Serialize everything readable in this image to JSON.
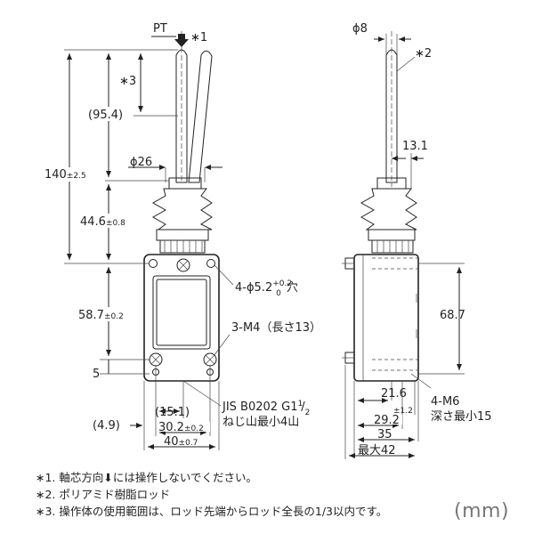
{
  "front": {
    "pt": "PT",
    "note_mark_1": "∗1",
    "note_mark_3": "∗3",
    "dim_95_4": "(95.4)",
    "dim_phi26": "ϕ26",
    "dim_140": "140",
    "tol_140": "±2.5",
    "dim_44_6": "44.6",
    "tol_44_6": "±0.8",
    "hole_label": "4-ϕ5.2",
    "hole_tol_upper": "+0.2",
    "hole_tol_lower": "0",
    "hole_suffix": "穴",
    "screw_label": "3-M4（長さ13）",
    "dim_58_7": "58.7",
    "tol_58_7": "±0.2",
    "dim_5": "5",
    "conduit_main": "JIS B0202 G1",
    "conduit_frac_num": "1",
    "conduit_frac_den": "2",
    "conduit_sub": "ねじ山最小4山",
    "dim_4_9": "(4.9)",
    "dim_15_1": "(15.1)",
    "dim_30_2": "30.2",
    "tol_30_2": "±0.2",
    "dim_40": "40",
    "tol_40": "±0.7"
  },
  "side": {
    "dim_phi8": "ϕ8",
    "note_mark_2": "∗2",
    "dim_13_1": "13.1",
    "dim_68_7": "68.7",
    "dim_21_6": "21.6",
    "tol_21_6": "±1.2",
    "tap_label": "4-M6",
    "tap_sub": "深さ最小15",
    "dim_29_2": "29.2",
    "dim_35": "35",
    "dim_max42": "最大42"
  },
  "notes": [
    "∗1. 軸芯方向⬇には操作しないでください。",
    "∗2. ポリアミド樹脂ロッド",
    "∗3. 操作体の使用範囲は、ロッド先端からロッド全長の1/3以内です。"
  ],
  "unit": "(mm)"
}
